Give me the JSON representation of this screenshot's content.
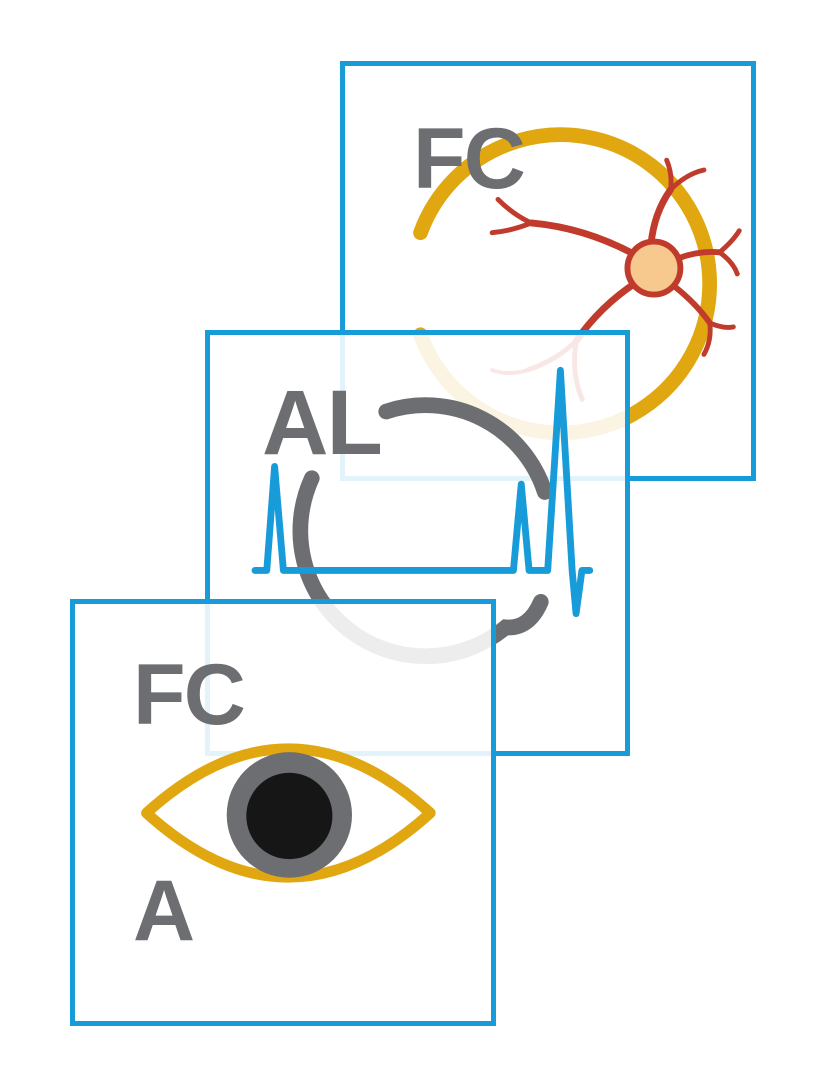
{
  "page": {
    "background": "#ffffff"
  },
  "colors": {
    "page-bg": "#ffffff",
    "card-border": "#189cd9",
    "card-fill": "rgba(255,255,255,0.88)",
    "letter-gray": "#6d6e71",
    "gold": "#e0a711",
    "neuron-red": "#c13b2c",
    "soma-peach": "#f8c98f",
    "ecg-blue": "#189cd9",
    "arc-gray": "#6d6e71",
    "iris-gray": "#6d6e71",
    "pupil-black": "#161616"
  },
  "cards": {
    "neuron": {
      "label": "FC",
      "icon": "neuron-icon"
    },
    "ecg": {
      "label": "AL",
      "icon": "ecg-icon"
    },
    "eye": {
      "label_top": "FC",
      "label_bottom": "A",
      "icon": "eye-icon"
    }
  }
}
